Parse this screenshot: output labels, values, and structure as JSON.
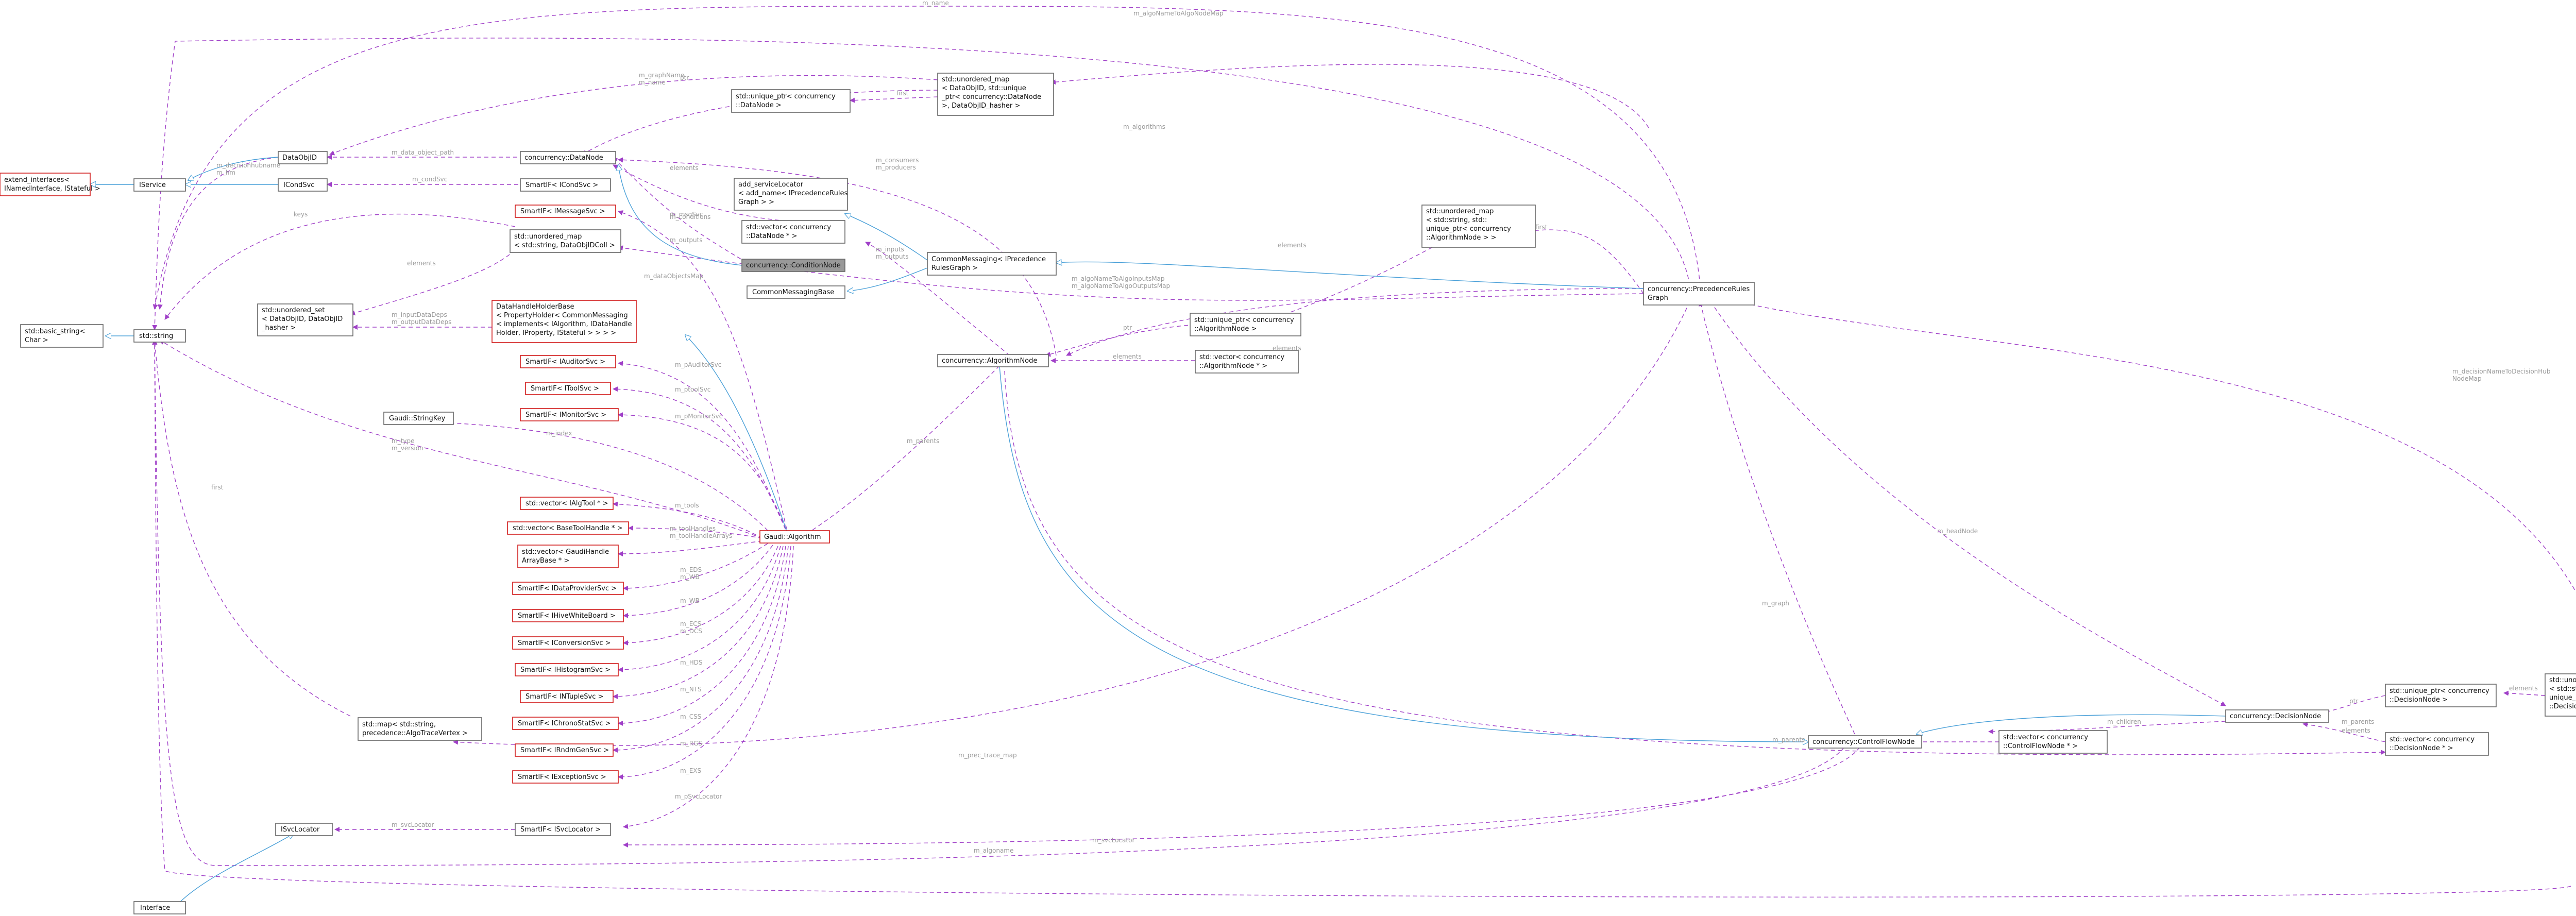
{
  "colors": {
    "usage_edge": "#a040c8",
    "inherit_edge": "#4aa0d8",
    "red_border": "#d01818",
    "highlight_fill": "#999999"
  },
  "nodes": {
    "extend_interfaces": [
      "extend_interfaces<",
      "INamedInterface, IStateful >"
    ],
    "iservice": [
      "IService"
    ],
    "std_basic_string": [
      "std::basic_string<",
      "Char >"
    ],
    "std_string": [
      "std::string"
    ],
    "interface": [
      "Interface"
    ],
    "dataobjid": [
      "DataObjID"
    ],
    "icondsvc": [
      "ICondSvc"
    ],
    "datanode": [
      "concurrency::DataNode"
    ],
    "smartif_icondsvc": [
      "SmartIF< ICondSvc >"
    ],
    "smartif_imessagesvc": [
      "SmartIF< IMessageSvc >"
    ],
    "map_string_dataobjidcoll": [
      "std::unordered_map",
      "< std::string, DataObjIDColl >"
    ],
    "unordered_set_dataobjid": [
      "std::unordered_set",
      "< DataObjID, DataObjID",
      "_hasher >"
    ],
    "datahandleholder": [
      "DataHandleHolderBase",
      "< PropertyHolder< CommonMessaging",
      "< implements< IAlgorithm, IDataHandle",
      "Holder, IProperty, IStateful > > > >"
    ],
    "smartif_iauditorsvc": [
      "SmartIF< IAuditorSvc >"
    ],
    "smartif_itoolsvc": [
      "SmartIF< IToolSvc >"
    ],
    "smartif_imonitorsvc": [
      "SmartIF< IMonitorSvc >"
    ],
    "gaudi_stringkey": [
      "Gaudi::StringKey"
    ],
    "vector_ialgtool": [
      "std::vector< IAlgTool * >"
    ],
    "vector_basetoolhandle": [
      "std::vector< BaseToolHandle * >"
    ],
    "vector_gaudihandle": [
      "std::vector< GaudiHandle",
      "ArrayBase * >"
    ],
    "smartif_idataprovider": [
      "SmartIF< IDataProviderSvc >"
    ],
    "smartif_ihivewhiteboard": [
      "SmartIF< IHiveWhiteBoard >"
    ],
    "smartif_iconversionsvc": [
      "SmartIF< IConversionSvc >"
    ],
    "smartif_ihistogramsvc": [
      "SmartIF< IHistogramSvc >"
    ],
    "smartif_intuplesvc": [
      "SmartIF< INTupleSvc >"
    ],
    "smartif_ichronostatsvc": [
      "SmartIF< IChronoStatSvc >"
    ],
    "smartif_irndmgensvc": [
      "SmartIF< IRndmGenSvc >"
    ],
    "smartif_iexceptionsvc": [
      "SmartIF< IExceptionSvc >"
    ],
    "map_algotracevertex": [
      "std::map< std::string,",
      "precedence::AlgoTraceVertex >"
    ],
    "isvclocator": [
      "ISvcLocator"
    ],
    "smartif_isvclocator": [
      "SmartIF< ISvcLocator >"
    ],
    "gaudi_algorithm": [
      "Gaudi::Algorithm"
    ],
    "unique_ptr_datanode": [
      "std::unique_ptr< concurrency",
      "::DataNode >"
    ],
    "map_dataobjid_datanode": [
      "std::unordered_map",
      "< DataObjID, std::unique",
      "_ptr< concurrency::DataNode",
      ">, DataObjID_hasher >"
    ],
    "add_servicelocator": [
      "add_serviceLocator",
      "< add_name< IPrecedenceRules",
      "Graph > >"
    ],
    "vector_datanode": [
      "std::vector< concurrency",
      "::DataNode * >"
    ],
    "conditionnode": [
      "concurrency::ConditionNode"
    ],
    "commonmessagingbase": [
      "CommonMessagingBase"
    ],
    "commonmessaging_prg": [
      "CommonMessaging< IPrecedence",
      "RulesGraph >"
    ],
    "algorithmnode": [
      "concurrency::AlgorithmNode"
    ],
    "unique_ptr_algorithmnode": [
      "std::unique_ptr< concurrency",
      "::AlgorithmNode >"
    ],
    "vector_algorithmnode": [
      "std::vector< concurrency",
      "::AlgorithmNode * >"
    ],
    "map_string_algorithmnode": [
      "std::unordered_map",
      "< std::string, std::",
      "unique_ptr< concurrency",
      "::AlgorithmNode > >"
    ],
    "precedencerulesgraph": [
      "concurrency::PrecedenceRules",
      "Graph"
    ],
    "controlflownode": [
      "concurrency::ControlFlowNode"
    ],
    "vector_controlflownode": [
      "std::vector< concurrency",
      "::ControlFlowNode * >"
    ],
    "decisionnode": [
      "concurrency::DecisionNode"
    ],
    "unique_ptr_decisionnode": [
      "std::unique_ptr< concurrency",
      "::DecisionNode >"
    ],
    "vector_decisionnode": [
      "std::vector< concurrency",
      "::DecisionNode * >"
    ],
    "map_string_decisionnode": [
      "std::unordered_map",
      "< std::string, std::",
      "unique_ptr< concurrency",
      "::DecisionNode > >"
    ]
  },
  "edge_labels": {
    "l_name": [
      "m_name"
    ],
    "l_decisionhubname": [
      "m_decisionhubname",
      "m_hm"
    ],
    "l_data_objid": [
      "m_data_object_path"
    ],
    "l_condsvc": [
      "m_condSvc"
    ],
    "l_keys": [
      "keys"
    ],
    "l_elements_set": [
      "elements"
    ],
    "l_msgsvc": [
      "m_msgSvc"
    ],
    "l_inputdatadeps": [
      "m_inputDataDeps",
      "m_outputDataDeps"
    ],
    "l_dataobjectsmap": [
      "m_dataObjectsMap"
    ],
    "l_ptr": [
      "ptr"
    ],
    "l_elements_vec": [
      "elements"
    ],
    "l_dataproducers": [
      "m_consumers",
      "m_producers"
    ],
    "l_conditions": [
      "m_conditions"
    ],
    "l_outputs": [
      "m_outputs"
    ],
    "l_first": [
      "first"
    ],
    "l_graph_name": [
      "m_graphName",
      "m_name"
    ],
    "l_inputs": [
      "m_inputs",
      "m_outputs"
    ],
    "l_algorithms": [
      "m_algorithms"
    ],
    "l_alginputs": [
      "m_algoNameToAlgoNodeMap"
    ],
    "l_algnamemap": [
      "m_algoNameToAlgoInputsMap",
      "m_algoNameToAlgoOutputsMap"
    ],
    "l_ptr2": [
      "ptr"
    ],
    "l_elements_alg": [
      "elements"
    ],
    "l_parents": [
      "m_parents"
    ],
    "l_auditorsvc": [
      "m_pAuditorSvc"
    ],
    "l_toolsvc": [
      "m_ptoolSvc"
    ],
    "l_monitorsvc": [
      "m_pMonitorSvc"
    ],
    "l_index": [
      "m_index"
    ],
    "l_type": [
      "m_type",
      "m_version"
    ],
    "l_tools": [
      "m_tools"
    ],
    "l_toolhandles": [
      "m_toolHandles",
      "m_toolHandleArrays"
    ],
    "l_evtsvc": [
      "m_EDS",
      "m_WB"
    ],
    "l_whiteboard": [
      "m_WB"
    ],
    "l_cnvsvc": [
      "m_ECS",
      "m_DCS"
    ],
    "l_histsvc": [
      "m_HDS"
    ],
    "l_ntuplesvc": [
      "m_NTS"
    ],
    "l_chronosvc": [
      "m_CSS"
    ],
    "l_rndmsvc": [
      "m_RGS"
    ],
    "l_excsvc": [
      "m_EXS"
    ],
    "l_svclocator": [
      "m_pSvcLocator"
    ],
    "l_isvclocator": [
      "m_svcLocator"
    ],
    "l_first_map": [
      "first"
    ],
    "l_prectrace": [
      "m_prec_trace_map"
    ],
    "l_svclocator2": [
      "m_svcLocator"
    ],
    "l_algorithmname": [
      "m_algoname"
    ],
    "l_headnode": [
      "m_headNode"
    ],
    "l_decisionnameto": [
      "m_decisionNameToDecisionHub",
      "NodeMap"
    ],
    "l_graph": [
      "m_graph"
    ],
    "l_children": [
      "m_children"
    ],
    "l_ptr3": [
      "ptr"
    ],
    "l_elements_dec": [
      "elements"
    ],
    "l_parents2": [
      "m_parents"
    ],
    "l_elements_cfn": [
      "elements"
    ],
    "l_elements_map": [
      "elements"
    ],
    "l_first2": [
      "first"
    ],
    "l_parents3": [
      "m_parents"
    ],
    "l_elements4": [
      "elements"
    ]
  }
}
